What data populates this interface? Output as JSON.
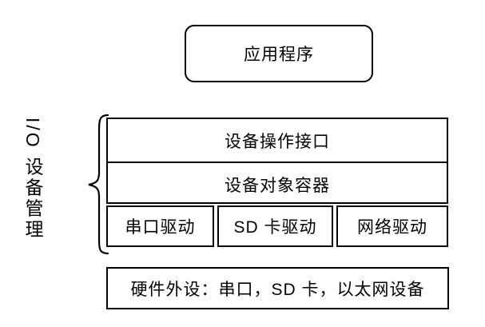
{
  "canvas": {
    "background_color": "#ffffff",
    "line_color": "#000000"
  },
  "diagram": {
    "app_box": {
      "label": "应用程序"
    },
    "side_label": {
      "text": "I/O 设备管理"
    },
    "layers": {
      "interface": {
        "label": "设备操作接口"
      },
      "container": {
        "label": "设备对象容器"
      },
      "drivers": [
        {
          "label": "串口驱动"
        },
        {
          "label": "SD 卡驱动"
        },
        {
          "label": "网络驱动"
        }
      ]
    },
    "hardware_box": {
      "label": "硬件外设：串口，SD 卡，以太网设备"
    }
  }
}
